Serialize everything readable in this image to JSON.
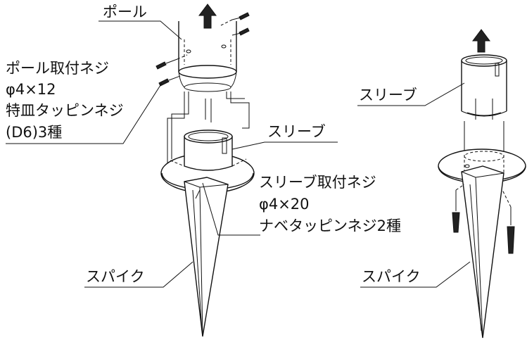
{
  "labels": {
    "pole": "ポール",
    "pole_screw_1": "ポール取付ネジ",
    "pole_screw_2": "φ4×12",
    "pole_screw_3": "特皿タッピンネジ",
    "pole_screw_4": "(D6)3種",
    "sleeve_left": "スリーブ",
    "sleeve_screw_1": "スリーブ取付ネジ",
    "sleeve_screw_2": "φ4×20",
    "sleeve_screw_3": "ナベタッピンネジ2種",
    "spike_left": "スパイク",
    "sleeve_right": "スリーブ",
    "spike_right": "スパイク"
  }
}
